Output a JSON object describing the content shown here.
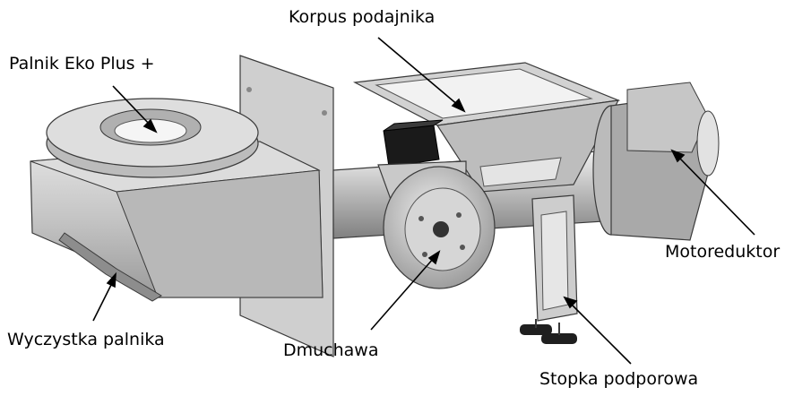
{
  "labels": {
    "korpus": "Korpus podajnika",
    "palnik": "Palnik Eko Plus +",
    "motoreduktor": "Motoreduktor",
    "wyczystka": "Wyczystka palnika",
    "dmuchawa": "Dmuchawa",
    "stopka": "Stopka podporowa"
  },
  "colors": {
    "metal_light": "#d9d9d9",
    "metal_mid": "#b5b5b5",
    "metal_dark": "#7a7a7a",
    "outline": "#3a3a3a",
    "blower_box": "#1a1a1a"
  }
}
